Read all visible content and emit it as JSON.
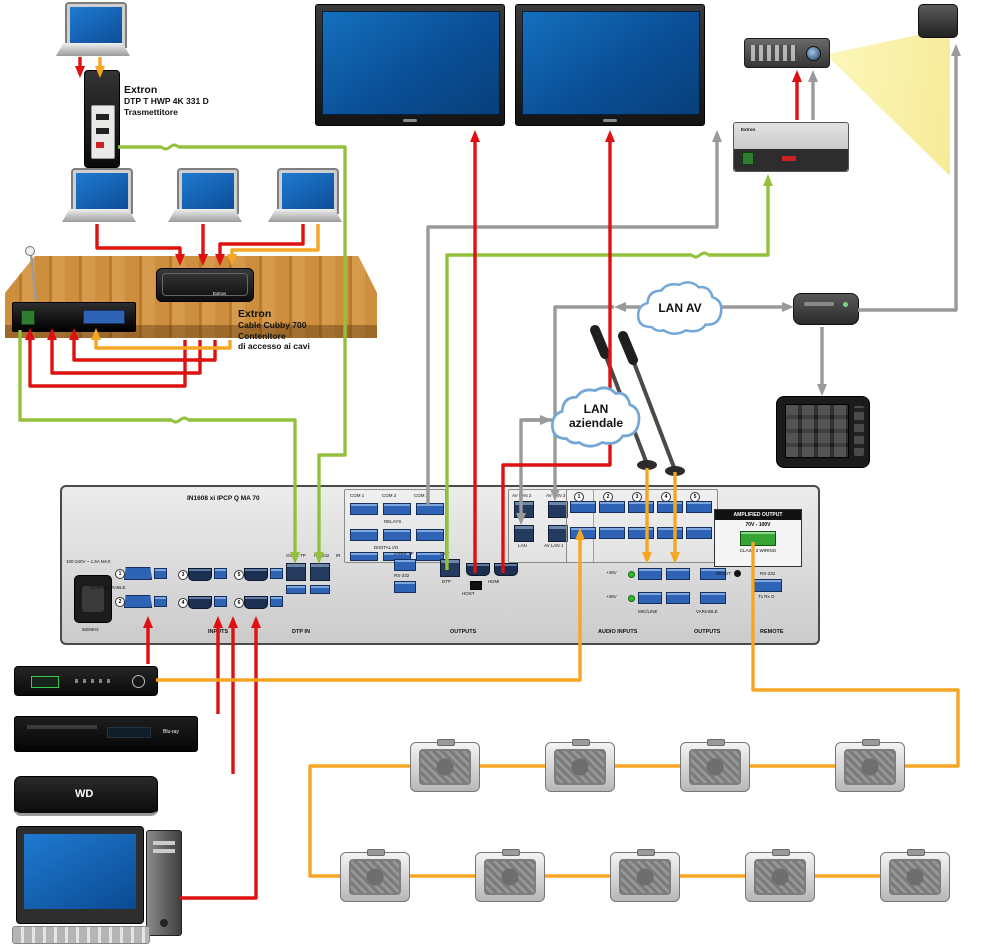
{
  "wallplate": {
    "brand": "Extron",
    "model": "DTP T HWP 4K 331 D",
    "type": "Trasmettitore"
  },
  "cubby": {
    "brand": "Extron",
    "model": "Cable Cubby 700",
    "line1": "Contenitore",
    "line2": "di accesso ai cavi",
    "logo": "Extron"
  },
  "receiver": {
    "brand": "Extron"
  },
  "clouds": {
    "av": "LAN AV",
    "corp_line1": "LAN",
    "corp_line2": "aziendale"
  },
  "devices": {
    "bluray_label": "Blu-ray",
    "wd_label": "WD"
  },
  "panel": {
    "model": "IN1608 xi IPCP Q MA 70",
    "power1": "100-240V ~ 1.5A MAX",
    "power2": "50/60Hz",
    "configurable": "CONFIGURABLE",
    "inputs_label": "INPUTS",
    "dtp_in": "DTP IN",
    "outputs_label": "OUTPUTS",
    "audio_inputs": "AUDIO INPUTS",
    "audio_outputs": "OUTPUTS",
    "remote": "REMOTE",
    "com": [
      "COM 1",
      "COM 2",
      "COM 3"
    ],
    "relays": "RELAYS",
    "digital_io": "DIGITAL I/O",
    "avlan_top": [
      "AV LAN 2",
      "AV LAN 3"
    ],
    "lan": "LAN",
    "avlan1": "AV LAN 1",
    "over_tp": "OVER TP",
    "rs232": "RS-232",
    "ir": "IR",
    "out": "OUT",
    "dtp": "DTP",
    "host": "HOST",
    "hdmi": "HDMI",
    "p48": "+48V",
    "mic_line": "MIC/LINE",
    "variable": "VARIABLE",
    "reset": "RESET",
    "amp_title": "AMPLIFIED OUTPUT",
    "amp_range": "70V - 100V",
    "amp_class": "CLASS 2 WIRING",
    "remote_pins": "Tx Rx G",
    "input_nums": [
      "1",
      "2",
      "3",
      "4",
      "5",
      "6"
    ],
    "audio_nums": [
      "1",
      "2",
      "3",
      "4",
      "5"
    ]
  },
  "colors": {
    "video": "#dd1111",
    "audio": "#f6a623",
    "dtp_link": "#94c13d",
    "network": "#9a9a9a",
    "display_screen": "#0d63b5",
    "beam": "#f9f1a4"
  }
}
